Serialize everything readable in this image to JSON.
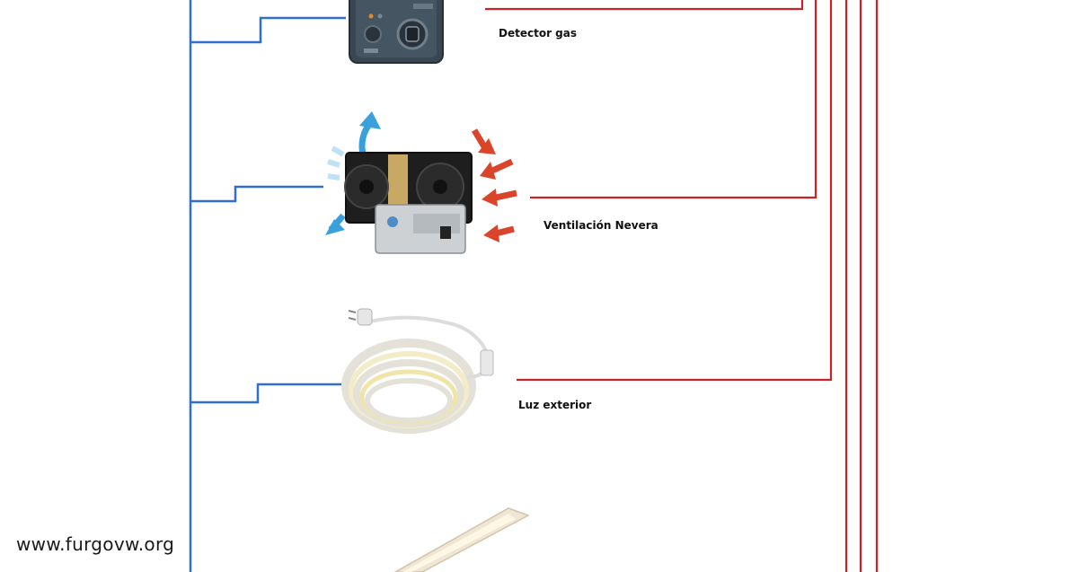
{
  "devices": [
    {
      "name": "gas-detector",
      "label": "Detector gas"
    },
    {
      "name": "fridge-ventilation",
      "label": "Ventilación Nevera"
    },
    {
      "name": "exterior-light",
      "label": "Luz exterior"
    },
    {
      "name": "led-bar",
      "label": ""
    }
  ],
  "watermark": "www.furgovw.org",
  "colors": {
    "negative_wire": "#2f6fd0",
    "positive_wire": "#c8232c",
    "device_body_dark": "#3a4752",
    "arrow_blue": "#3aa0dc",
    "arrow_red": "#d9442b"
  }
}
